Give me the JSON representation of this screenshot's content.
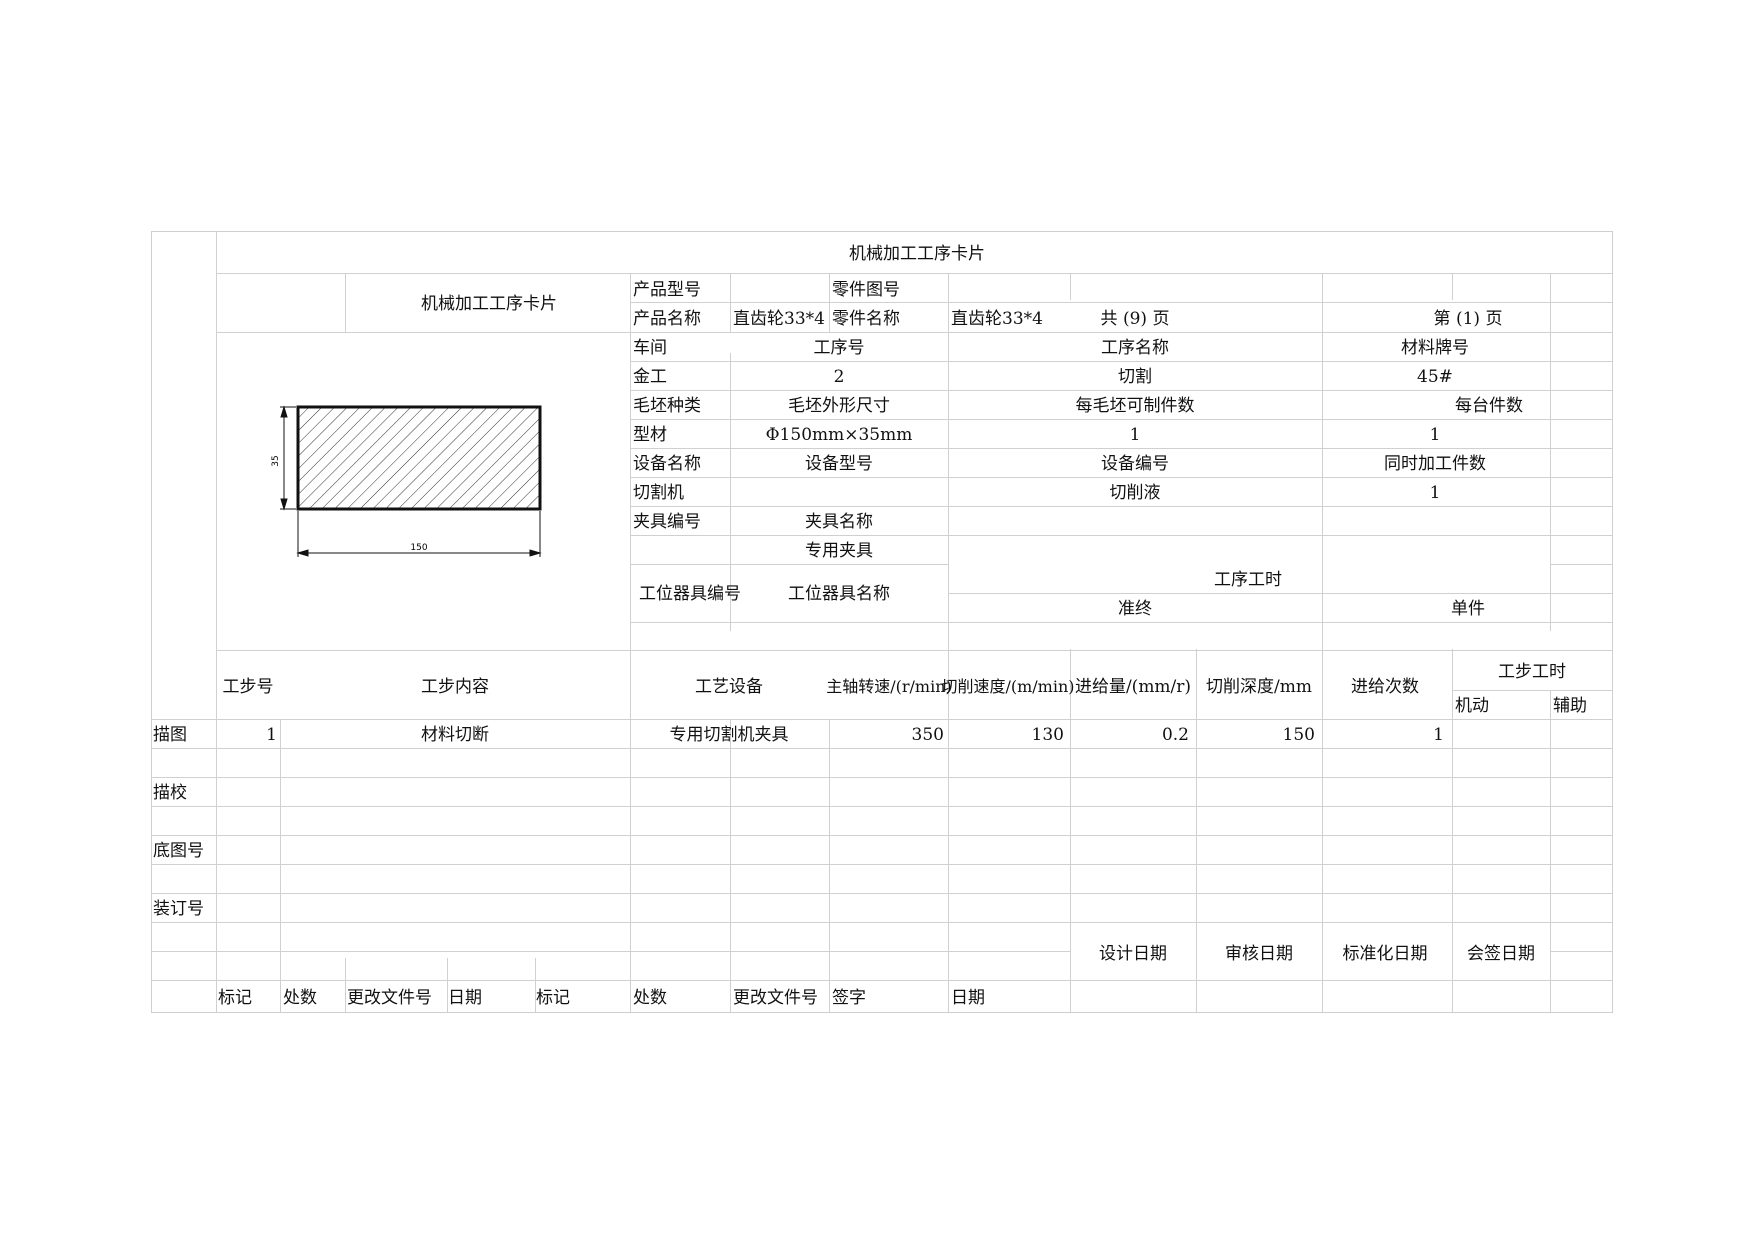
{
  "card_title": "机械加工工序卡片",
  "header": {
    "card_name": "机械加工工序卡片",
    "product_model_label": "产品型号",
    "part_drawing_no_label": "零件图号",
    "product_name_label": "产品名称",
    "product_name": "直齿轮33*4",
    "part_name_label": "零件名称",
    "part_name": "直齿轮33*4",
    "total_pages": "共 (9) 页",
    "page_no": "第 (1) 页"
  },
  "process": {
    "workshop_label": "车间",
    "op_no_label": "工序号",
    "op_name_label": "工序名称",
    "material_label": "材料牌号",
    "workshop": "金工",
    "op_no": "2",
    "op_name": "切割",
    "material": "45#",
    "blank_type_label": "毛坯种类",
    "blank_size_label": "毛坯外形尺寸",
    "parts_per_blank_label": "每毛坯可制件数",
    "parts_per_unit_label": "每台件数",
    "blank_type": "型材",
    "blank_size": "Φ150mm×35mm",
    "parts_per_blank": "1",
    "parts_per_unit": "1",
    "equip_name_label": "设备名称",
    "equip_model_label": "设备型号",
    "equip_no_label": "设备编号",
    "simultaneous_label": "同时加工件数",
    "equip_name": "切割机",
    "coolant_label": "切削液",
    "simultaneous": "1",
    "fixture_no_label": "夹具编号",
    "fixture_name_label": "夹具名称",
    "fixture_name": "专用夹具",
    "station_tool_no_label": "工位器具编号",
    "station_tool_name_label": "工位器具名称",
    "op_time_label": "工序工时",
    "prep_label": "准终",
    "unit_label": "单件"
  },
  "sketch": {
    "height_dim": "35",
    "width_dim": "150"
  },
  "steps": {
    "headers": {
      "step_no": "工步号",
      "content": "工步内容",
      "equipment": "工艺设备",
      "spindle": "主轴转速/(r/min)",
      "cut_speed": "切削速度/(m/min)",
      "feed": "进给量/(mm/r)",
      "depth": "切削深度/mm",
      "passes": "进给次数",
      "step_time": "工步工时",
      "machine": "机动",
      "aux": "辅助"
    },
    "rows": [
      {
        "step_no": "1",
        "content": "材料切断",
        "equipment": "专用切割机夹具",
        "spindle": "350",
        "cut_speed": "130",
        "feed": "0.2",
        "depth": "150",
        "passes": "1"
      }
    ]
  },
  "side_labels": {
    "trace": "描图",
    "check": "描校",
    "base_no": "底图号",
    "binding_no": "装订号"
  },
  "sign": {
    "design_date": "设计日期",
    "review_date": "审核日期",
    "standard_date": "标准化日期",
    "countersign_date": "会签日期",
    "mark": "标记",
    "count": "处数",
    "change_doc_no": "更改文件号",
    "date": "日期",
    "signature": "签字"
  }
}
